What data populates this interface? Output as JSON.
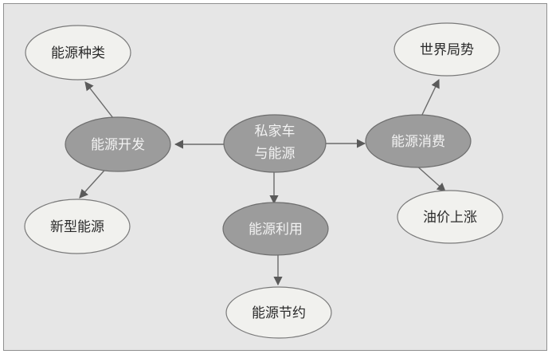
{
  "diagram": {
    "center": {
      "line1": "私家车",
      "line2": "与能源"
    },
    "nodes": {
      "energy_types": "能源种类",
      "energy_dev": "能源开发",
      "new_energy": "新型能源",
      "energy_use": "能源利用",
      "energy_saving": "能源节约",
      "energy_consumption": "能源消费",
      "world_situation": "世界局势",
      "oil_price_rise": "油价上涨"
    }
  }
}
